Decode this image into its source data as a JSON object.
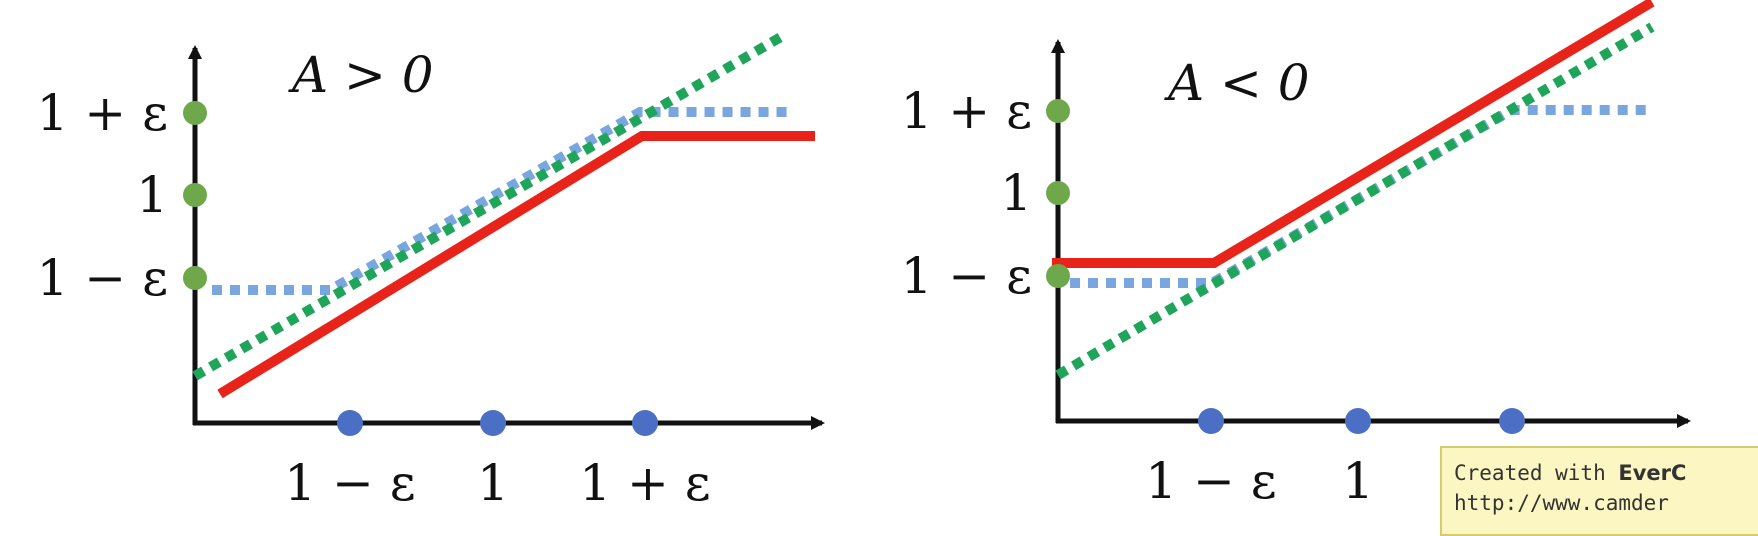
{
  "panels": [
    {
      "title": "A > 0",
      "y_ticks": [
        "1 + ε",
        "1",
        "1 − ε"
      ],
      "x_ticks": [
        "1 − ε",
        "1",
        "1 + ε"
      ]
    },
    {
      "title": "A < 0",
      "y_ticks": [
        "1 + ε",
        "1",
        "1 − ε"
      ],
      "x_ticks": [
        "1 − ε",
        "1"
      ]
    }
  ],
  "watermark": {
    "line1_prefix": "Created with ",
    "line1_brand": "EverC",
    "line2": "http://www.camder"
  },
  "colors": {
    "red_line": "#e8231a",
    "green_dotted": "#1fa55a",
    "blue_dotted": "#7aa6e0",
    "y_dot": "#6fa84b",
    "x_dot": "#4a6fc4",
    "axis": "#111111"
  }
}
